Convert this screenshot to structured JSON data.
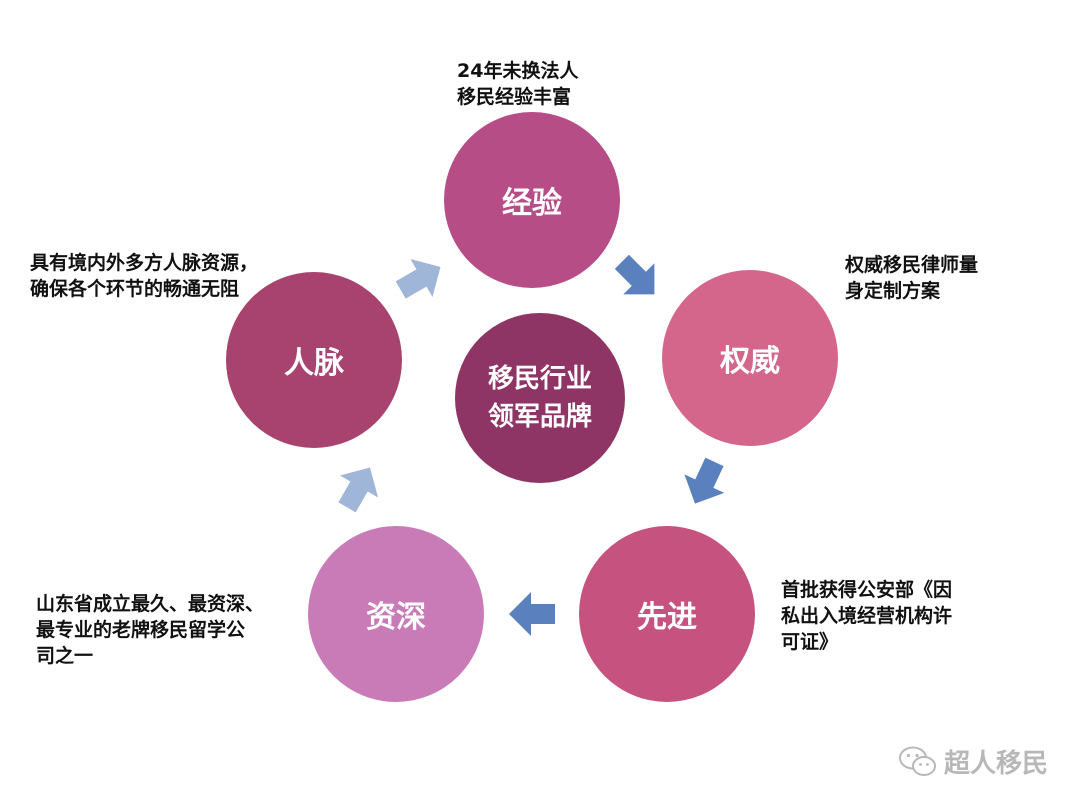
{
  "center": {
    "line1": "移民行业",
    "line2": "领军品牌",
    "color": "#8e3565"
  },
  "nodes": {
    "experience": {
      "label": "经验",
      "color": "#b74d86",
      "caption": [
        "24年未换法人",
        "移民经验丰富"
      ]
    },
    "authority": {
      "label": "权威",
      "color": "#d4668c",
      "caption": [
        "权威移民律师量",
        "身定制方案"
      ]
    },
    "advanced": {
      "label": "先进",
      "color": "#c6527f",
      "caption": [
        "首批获得公安部《因",
        "私出入境经营机构许",
        "可证》"
      ]
    },
    "seniority": {
      "label": "资深",
      "color": "#c97bb8",
      "caption": [
        "山东省成立最久、最资深、",
        "最专业的老牌移民留学公",
        "司之一"
      ]
    },
    "network": {
      "label": "人脉",
      "color": "#a8436f",
      "caption": [
        "具有境内外多方人脉资源，",
        "确保各个环节的畅通无阻"
      ]
    }
  },
  "arrow_colors": {
    "dark": "#5a80bd",
    "light": "#9fb6d9"
  },
  "watermark": {
    "icon": "wechat-icon",
    "text": "超人移民"
  }
}
